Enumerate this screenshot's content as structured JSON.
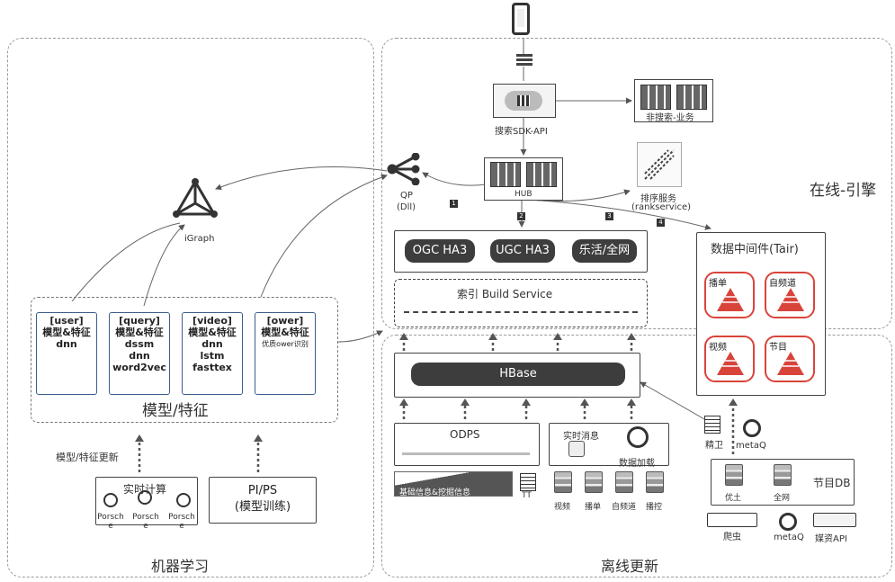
{
  "regions": {
    "ml_title": "机器学习",
    "offline_title": "离线更新",
    "online_title": "在线-引擎"
  },
  "top": {
    "sdk_label": "搜索SDK-API",
    "non_search_label": "非搜索-业务",
    "hub_label": "HUB",
    "rank_label1": "排序服务",
    "rank_label2": "(rankservice)",
    "qp_label1": "QP",
    "qp_label2": "(Dll)",
    "igraph_label": "iGraph"
  },
  "engines": [
    "OGC HA3",
    "UGC HA3",
    "乐活/全网"
  ],
  "index_build": "索引 Build Service",
  "tair": {
    "title": "数据中间件(Tair)",
    "items": [
      "播单",
      "自频道",
      "视频",
      "节目"
    ]
  },
  "steps": [
    "1",
    "2",
    "3",
    "4"
  ],
  "models": [
    {
      "head": "[user]",
      "lines": [
        "模型&特征",
        "dnn"
      ]
    },
    {
      "head": "[query]",
      "lines": [
        "模型&特征",
        "dssm",
        "dnn",
        "word2vec"
      ]
    },
    {
      "head": "[video]",
      "lines": [
        "模型&特征",
        "dnn",
        "lstm",
        "fasttex"
      ]
    },
    {
      "head": "[ower]",
      "lines": [
        "模型&特征",
        "优质ower识别"
      ]
    }
  ],
  "model_group_title": "模型/特征",
  "update_label": "模型/特征更新",
  "realtime_calc": {
    "title": "实时计算",
    "items": [
      "Porsch e",
      "Porsch e",
      "Porsch e"
    ]
  },
  "pips": {
    "line1": "PI/PS",
    "line2": "(模型训练)"
  },
  "hbase": "HBase",
  "odps": "ODPS",
  "basic_info": "基础信息&挖掘信息",
  "tt": "TT",
  "realtime_msg": "实时消息",
  "data_load": "数据加载",
  "sources": [
    "视频",
    "播单",
    "自频道",
    "播控"
  ],
  "jingwei": "精卫",
  "metaq": "metaQ",
  "program_db": {
    "title": "节目DB",
    "items": [
      "优土",
      "全网"
    ]
  },
  "bottom_sources": [
    "爬虫",
    "metaQ",
    "媒资API"
  ]
}
